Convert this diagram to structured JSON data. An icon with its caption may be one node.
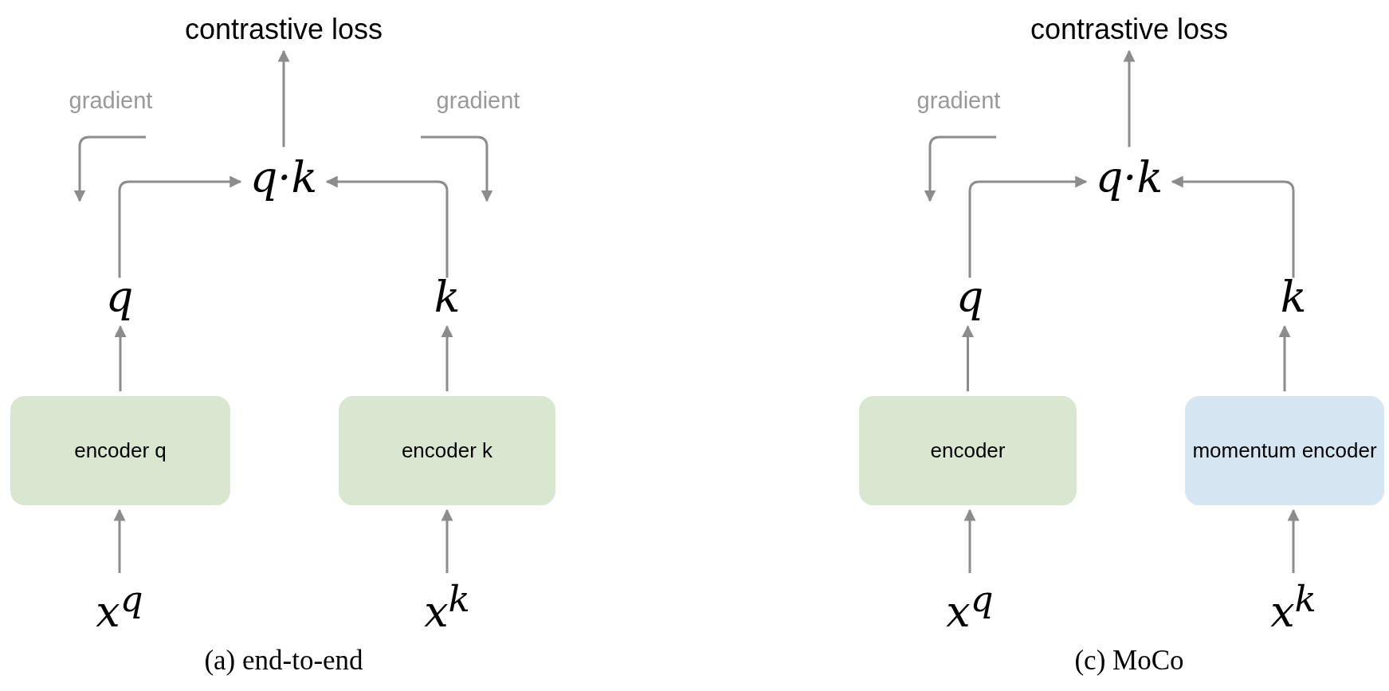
{
  "diagram": {
    "nodes": [
      {
        "text": [
          "contrastive loss"
        ]
      },
      {
        "text": [
          "q·k"
        ]
      },
      {
        "text": [
          "q"
        ]
      },
      {
        "text": [
          "k"
        ]
      },
      {
        "text": [
          "encoder q"
        ]
      },
      {
        "text": [
          "encoder k"
        ]
      },
      {
        "text": [
          "x$^{q}$"
        ]
      },
      {
        "text": [
          "x$^{k}$"
        ]
      },
      {
        "text": [
          "contrastive loss"
        ]
      },
      {
        "text": [
          "q·k"
        ]
      },
      {
        "text": [
          "q"
        ]
      },
      {
        "text": [
          "k"
        ]
      },
      {
        "text": [
          "encoder"
        ]
      },
      {
        "text": [
          "momentum encoder"
        ]
      },
      {
        "text": [
          "x$^{q}$"
        ]
      },
      {
        "text": [
          "x$^{k}$"
        ]
      }
    ],
    "edges": [
      {
        "from": 6,
        "to": 4,
        "arrow": "to"
      },
      {
        "from": 4,
        "to": 2,
        "arrow": "to"
      },
      {
        "from": 2,
        "to": 1,
        "arrow": "to"
      },
      {
        "from": 7,
        "to": 5,
        "arrow": "to"
      },
      {
        "from": 5,
        "to": 3,
        "arrow": "to"
      },
      {
        "from": 3,
        "to": 1,
        "arrow": "to"
      },
      {
        "from": 1,
        "to": 0,
        "arrow": "to"
      },
      {
        "from": 14,
        "to": 12,
        "arrow": "to"
      },
      {
        "from": 12,
        "to": 10,
        "arrow": "to"
      },
      {
        "from": 10,
        "to": 9,
        "arrow": "to"
      },
      {
        "from": 15,
        "to": 13,
        "arrow": "to"
      },
      {
        "from": 13,
        "to": 11,
        "arrow": "to"
      },
      {
        "from": 11,
        "to": 9,
        "arrow": "to"
      },
      {
        "from": 9,
        "to": 8,
        "arrow": "to"
      }
    ],
    "labels": [
      "gradient",
      "gradient",
      "(a) end-to-end",
      "gradient",
      "(c) MoCo"
    ]
  }
}
